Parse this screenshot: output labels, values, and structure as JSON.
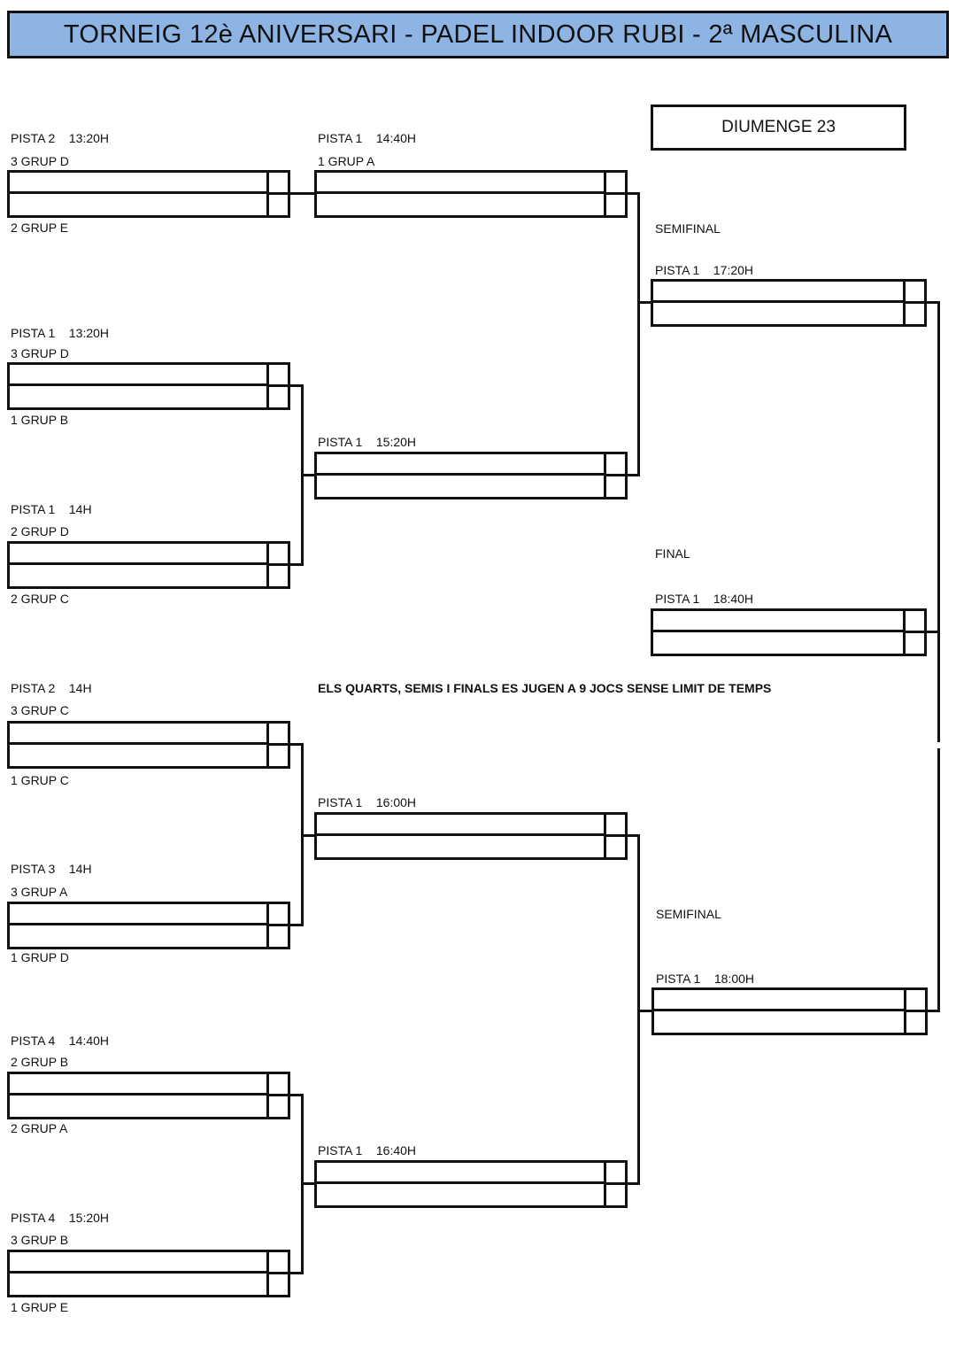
{
  "header": {
    "title": "TORNEIG 12è ANIVERSARI - PADEL INDOOR RUBI - 2ª MASCULINA"
  },
  "day_label": "DIUMENGE 23",
  "note": "ELS QUARTS, SEMIS I FINALS ES JUGEN A 9 JOCS SENSE LIMIT DE TEMPS",
  "round1": [
    {
      "court_time": "PISTA 2    13:20H",
      "team_a": "3 GRUP D",
      "team_b": "2 GRUP E"
    },
    {
      "court_time": "PISTA 1    13:20H",
      "team_a": "3 GRUP D",
      "team_b": "1 GRUP B"
    },
    {
      "court_time": "PISTA 1    14H",
      "team_a": "2 GRUP D",
      "team_b": "2 GRUP C"
    },
    {
      "court_time": "PISTA 2    14H",
      "team_a": "3 GRUP C",
      "team_b": "1 GRUP C"
    },
    {
      "court_time": "PISTA 3    14H",
      "team_a": "3 GRUP A",
      "team_b": "1 GRUP D"
    },
    {
      "court_time": "PISTA 4    14:40H",
      "team_a": "2 GRUP B",
      "team_b": "2 GRUP A"
    },
    {
      "court_time": "PISTA 4    15:20H",
      "team_a": "3 GRUP B",
      "team_b": "1 GRUP E"
    }
  ],
  "quarters": [
    {
      "court_time": "PISTA 1    14:40H",
      "team_a": "1 GRUP A"
    },
    {
      "court_time": "PISTA 1    15:20H"
    },
    {
      "court_time": "PISTA 1    16:00H"
    },
    {
      "court_time": "PISTA 1    16:40H"
    }
  ],
  "semis": [
    {
      "round_label": "SEMIFINAL",
      "court_time": "PISTA 1    17:20H"
    },
    {
      "round_label": "SEMIFINAL",
      "court_time": "PISTA 1    18:00H"
    }
  ],
  "final": {
    "round_label": "FINAL",
    "court_time": "PISTA 1    18:40H"
  }
}
